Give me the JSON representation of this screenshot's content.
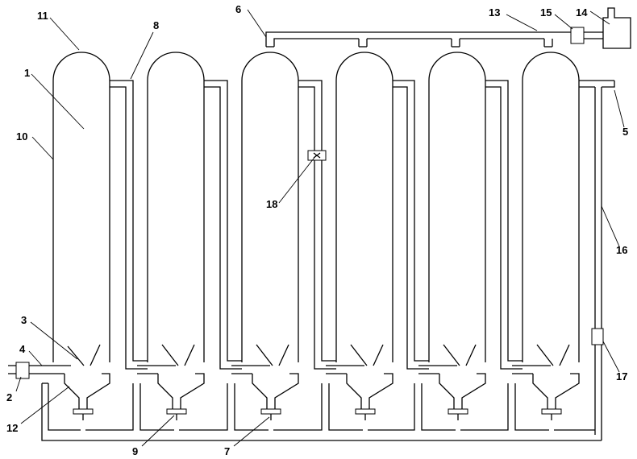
{
  "callouts": [
    {
      "id": "1",
      "text": "1"
    },
    {
      "id": "2",
      "text": "2"
    },
    {
      "id": "3",
      "text": "3"
    },
    {
      "id": "4",
      "text": "4"
    },
    {
      "id": "5",
      "text": "5"
    },
    {
      "id": "6",
      "text": "6"
    },
    {
      "id": "7",
      "text": "7"
    },
    {
      "id": "8",
      "text": "8"
    },
    {
      "id": "9",
      "text": "9"
    },
    {
      "id": "10",
      "text": "10"
    },
    {
      "id": "11",
      "text": "11"
    },
    {
      "id": "12",
      "text": "12"
    },
    {
      "id": "13",
      "text": "13"
    },
    {
      "id": "14",
      "text": "14"
    },
    {
      "id": "15",
      "text": "15"
    },
    {
      "id": "16",
      "text": "16"
    },
    {
      "id": "17",
      "text": "17"
    },
    {
      "id": "18",
      "text": "18"
    }
  ]
}
